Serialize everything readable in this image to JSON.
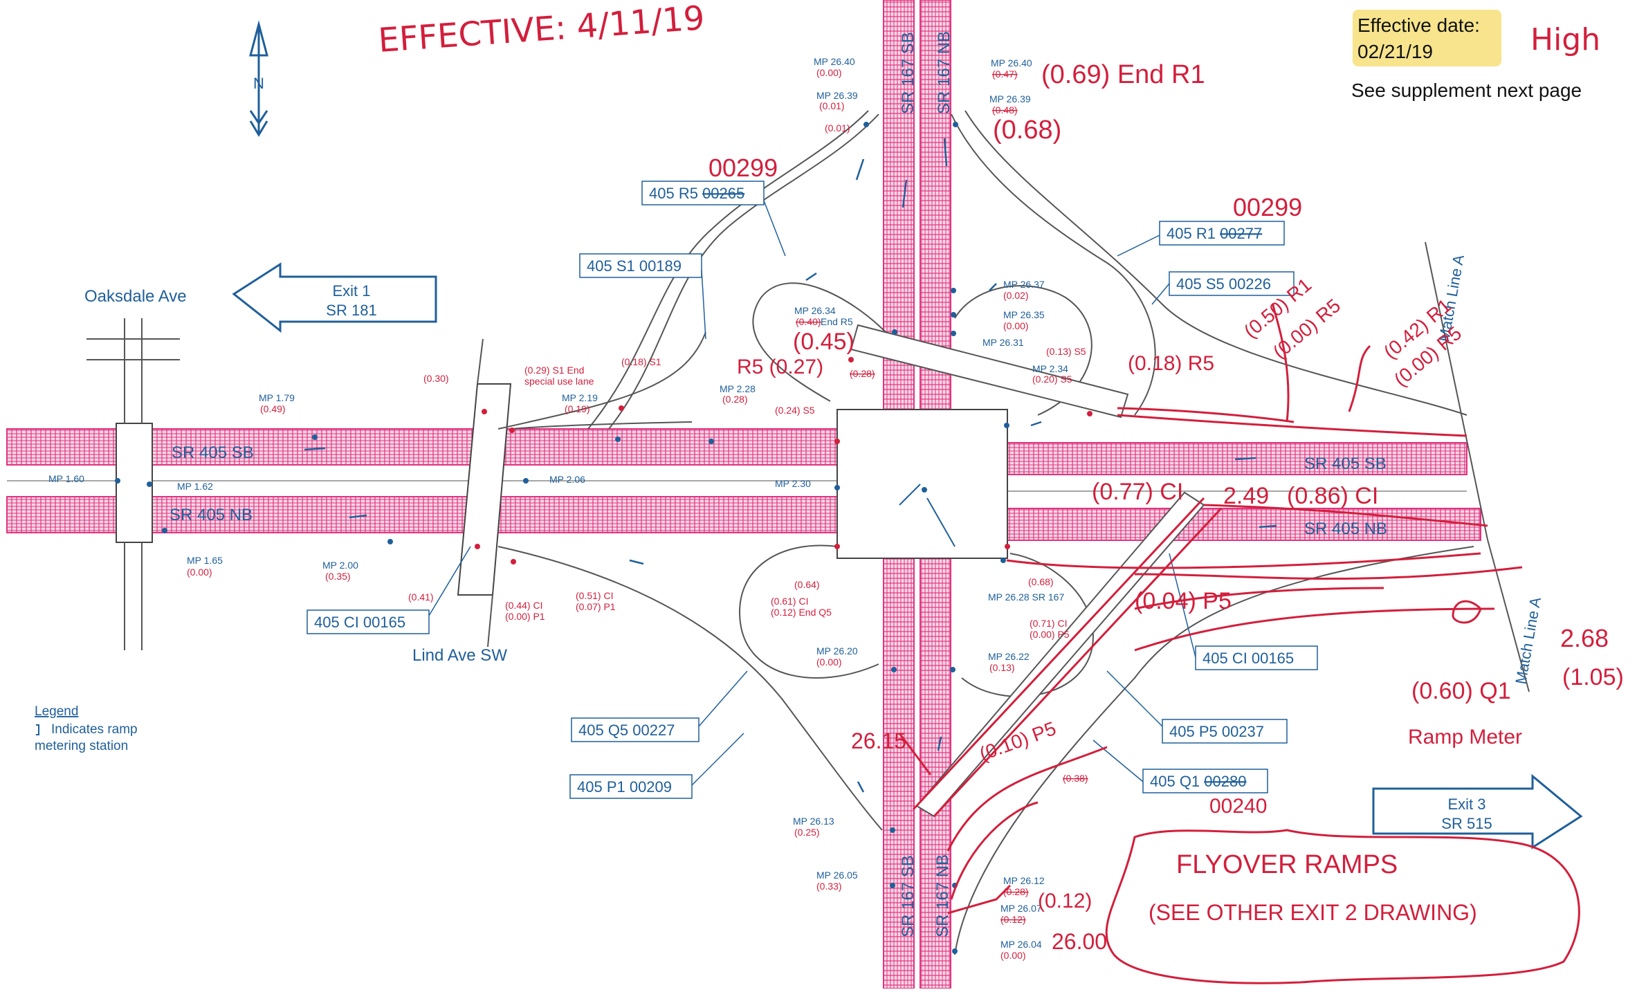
{
  "header": {
    "effective_scrawl": "EFFECTIVE: 4/11/19",
    "effective_date_label": "Effective date:",
    "effective_date_value": "02/21/19",
    "high_note": "High",
    "supplement_note": "See supplement next page"
  },
  "compass": {
    "letter": "N"
  },
  "exits": {
    "exit1_line1": "Exit 1",
    "exit1_line2": "SR 181",
    "exit3_line1": "Exit 3",
    "exit3_line2": "SR 515"
  },
  "streets": {
    "oaksdale": "Oaksdale Ave",
    "lind": "Lind Ave SW",
    "sr405sb": "SR 405 SB",
    "sr405nb": "SR 405 NB",
    "sr167sb": "SR 167 SB",
    "sr167nb": "SR 167 NB",
    "match_line": "Match Line A"
  },
  "ramp_boxes": {
    "r5_prefix": "405 R5 ",
    "r5_struck": "00265",
    "s1": "405 S1 00189",
    "r1_prefix": "405 R1 ",
    "r1_struck": "00277",
    "s5": "405 S5 00226",
    "ci_left": "405 CI 00165",
    "ci_right": "405 CI 00165",
    "q5": "405 Q5 00227",
    "p1": "405 P1 00209",
    "p5": "405 P5 00237",
    "q1_prefix": "405 Q1 ",
    "q1_struck": "00280"
  },
  "blue_labels": {
    "mp2640": "MP 26.40",
    "mp2639": "MP 26.39",
    "mp2640b": "MP 26.40",
    "mp2639b": "MP 26.39",
    "mp2637": "MP 26.37",
    "mp2635": "MP 26.35",
    "mp2631": "MP 26.31",
    "mp2634": "MP 26.34",
    "end_r5": "End R5",
    "mp234": "MP 2.34",
    "mp179": "MP 1.79",
    "mp160": "MP 1.60",
    "mp162": "MP 1.62",
    "mp165": "MP 1.65",
    "mp200": "MP 2.00",
    "mp206": "MP 2.06",
    "mp219": "MP 2.19",
    "mp228": "MP 2.28",
    "mp230": "MP 2.30",
    "mp2628": "MP 26.28 SR 167",
    "mp2620": "MP 26.20",
    "mp2622": "MP 26.22",
    "mp2613": "MP 26.13",
    "mp2605": "MP 26.05",
    "mp2612": "MP 26.12",
    "mp2607": "MP 26.07",
    "mp2604": "MP 26.04"
  },
  "red_labels": {
    "p000": "(0.00)",
    "p001": "(0.01)",
    "p001b": "(0.01)",
    "p047": "(0.47)",
    "p048": "(0.48)",
    "p002": "(0.02)",
    "p000b": "(0.00)",
    "p040": "(0.40)",
    "p013s5": "(0.13) S5",
    "p020s5": "(0.20) S5",
    "p030": "(0.30)",
    "p029": "(0.29) S1 End",
    "special": "special use lane",
    "p018s1": "(0.18) S1",
    "p049": "(0.49)",
    "p019": "(0.19)",
    "p028": "(0.28)",
    "p024s5": "(0.24) S5",
    "p035": "(0.35)",
    "p000c": "(0.00)",
    "p041": "(0.41)",
    "p044ci": "(0.44) CI",
    "p000p1": "(0.00) P1",
    "p051ci": "(0.51) CI",
    "p007p1": "(0.07) P1",
    "p064": "(0.64)",
    "p061ci": "(0.61) CI",
    "p012q5": "(0.12) End Q5",
    "p068": "(0.68)",
    "p071ci": "(0.71) CI",
    "p000p5": "(0.00) P5",
    "p000d": "(0.00)",
    "p013": "(0.13)",
    "p025": "(0.25)",
    "p033": "(0.33)",
    "p028b": "(0.28)",
    "p012": "(0.12)",
    "p000e": "(0.00)",
    "p038": "(0.38)",
    "p028c": "(0.28)"
  },
  "handwritten": {
    "n069": "(0.69) End R1",
    "n068": "(0.68)",
    "n00299a": "00299",
    "n00299b": "00299",
    "n045": "(0.45)",
    "n027": "R5 (0.27)",
    "n050": "(0.50) R1",
    "n000r5": "(0.00) R5",
    "n018r5": "(0.18) R5",
    "n042r1": "(0.42) R1",
    "n000r5b": "(0.00) R5",
    "n077ci": "(0.77) CI",
    "n249": "2.49",
    "n086ci": "(0.86) CI",
    "n004p5": "(0.04) P5",
    "n268": "2.68",
    "n105": "(1.05)",
    "n060q1": "(0.60) Q1",
    "ramp_meter": "Ramp Meter",
    "n2615": "26.15",
    "n010p5": "(0.10) P5",
    "n00240": "00240",
    "n012": "(0.12)",
    "n2600": "26.00",
    "flyover1": "FLYOVER RAMPS",
    "flyover2": "(SEE OTHER EXIT 2 DRAWING)"
  },
  "legend": {
    "title": "Legend",
    "line1": "Indicates ramp",
    "line2": "metering station"
  },
  "colors": {
    "blue": "#1f5f9a",
    "red": "#d21f3c",
    "hotpink": "#e0337f",
    "yellow": "#f7e48c"
  }
}
